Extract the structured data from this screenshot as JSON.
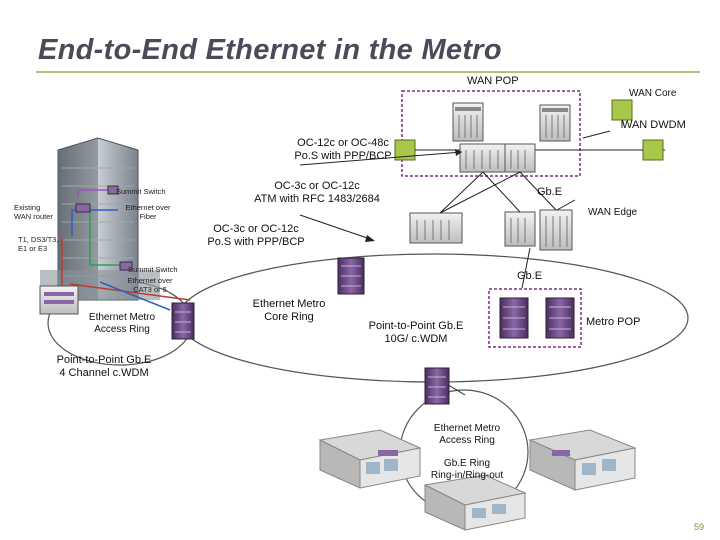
{
  "title": "End-to-End Ethernet in the Metro",
  "labels": {
    "wan_pop": "WAN POP",
    "wan_core": "WAN Core",
    "wan_dwdm": "WAN DWDM",
    "oc12c_oc48c_1": "OC-12c or OC-48c",
    "oc12c_oc48c_2": "Po.S with PPP/BCP",
    "summit_switch_1": "Summit Switch",
    "existing_wan_router_1": "Existing",
    "existing_wan_router_2": "WAN router",
    "ethernet_over_fiber_1": "Ethernet over",
    "ethernet_over_fiber_2": "Fiber",
    "oc3c_atm_1": "OC-3c or OC-12c",
    "oc3c_atm_2": "ATM with RFC 1483/2684",
    "gbe_top": "Gb.E",
    "wan_edge": "WAN Edge",
    "oc3c_pos_1": "OC-3c or OC-12c",
    "oc3c_pos_2": "Po.S with PPP/BCP",
    "t1_ds3_1": "T1, DS3/T3,",
    "t1_ds3_2": "E1 or E3",
    "summit_switch_2": "Summit Switch",
    "ethernet_over_cat_1": "Ethernet over",
    "ethernet_over_cat_2": "CAT3 or 5",
    "gbe_mid": "Gb.E",
    "access_ring_left_1": "Ethernet Metro",
    "access_ring_left_2": "Access Ring",
    "core_ring_1": "Ethernet Metro",
    "core_ring_2": "Core Ring",
    "p2p_10g_1": "Point-to-Point Gb.E",
    "p2p_10g_2": "10G/ c.WDM",
    "metro_pop": "Metro POP",
    "p2p_4ch_1": "Point-to-Point Gb.E",
    "p2p_4ch_2": "4 Channel c.WDM",
    "access_ring_bottom_1": "Ethernet Metro",
    "access_ring_bottom_2": "Access Ring",
    "gbe_ring_1": "Gb.E Ring",
    "gbe_ring_2": "Ring-in/Ring-out"
  },
  "page_number": "59",
  "colors": {
    "title": "#4a4a58",
    "pop_box": "#7a2f86",
    "dwdm_node": "#a8c84a",
    "router": "#6e4a82",
    "ring": "#555555"
  },
  "icons": {
    "dwdm_node": "green-square-icon",
    "core_router": "chassis-router-icon",
    "metro_switch": "purple-switch-icon",
    "building": "office-building-icon",
    "storefront": "storefront-icon"
  }
}
